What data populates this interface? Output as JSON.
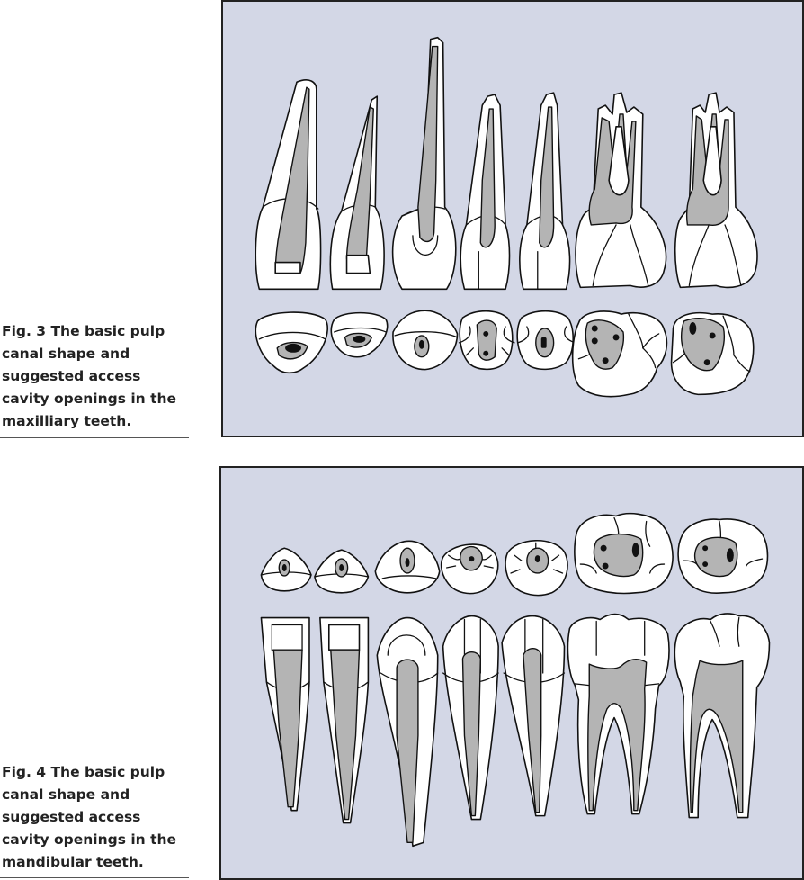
{
  "fig3": {
    "label": "Fig. 3",
    "text": "The basic pulp canal shape and suggested access cavity openings in the maxilliary teeth."
  },
  "fig4": {
    "label": "Fig. 4",
    "text": "The basic pulp canal shape and suggested access cavity openings in the mandibular teeth."
  },
  "colors": {
    "panel_background": "#d3d7e6",
    "pulp": "#b4b4b4",
    "outline": "#111111"
  }
}
